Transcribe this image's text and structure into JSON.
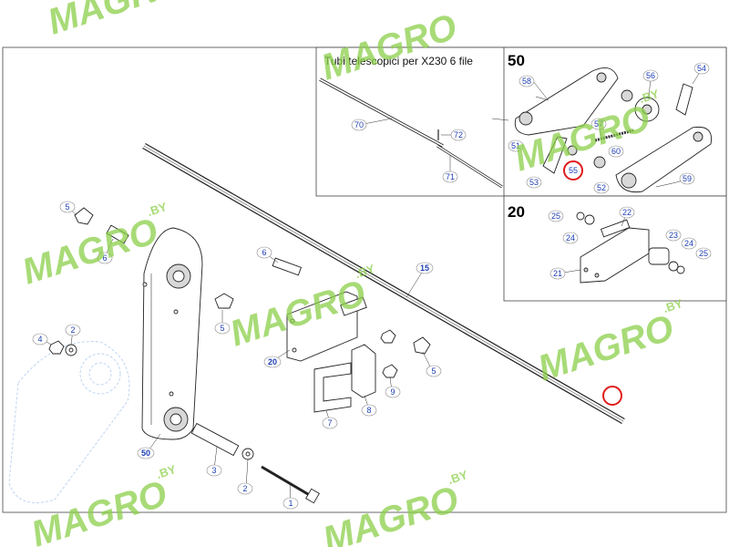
{
  "watermark": {
    "logo_text": "MAGRO",
    "logo_suffix": ".BY",
    "color": "#8cd04a"
  },
  "callout_color": "#1f3fb4",
  "highlight_color": "#e01b1b",
  "inset_50": {
    "title": "50",
    "caption": "Tubi telescopici per X230 6 file"
  },
  "inset_20": {
    "title": "20"
  },
  "callouts": {
    "p70": "70",
    "p72": "72",
    "p71": "71",
    "p58": "58",
    "p56": "56",
    "p54": "54",
    "p57": "57",
    "p51": "51",
    "p60": "60",
    "p55": "55",
    "p53": "53",
    "p52": "52",
    "p59": "59",
    "p25a": "25",
    "p22": "22",
    "p24a": "24",
    "p23": "23",
    "p24b": "24",
    "p25b": "25",
    "p21": "21",
    "m5a": "5",
    "m6a": "6",
    "m6b": "6",
    "m15": "15",
    "m5b": "5",
    "m4": "4",
    "m2a": "2",
    "m20": "20",
    "m5c": "5",
    "m9": "9",
    "m8": "8",
    "m7": "7",
    "m50": "50",
    "m3": "3",
    "m2b": "2",
    "m1": "1"
  }
}
